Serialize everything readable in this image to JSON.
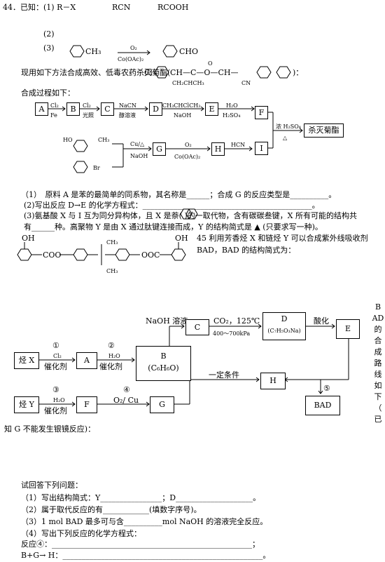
{
  "header": {
    "prefix": "44．已知：(1) R－X",
    "rcn": "RCN",
    "rcooh": "RCOOH",
    "item2": "(2)",
    "item3": "(3)",
    "o2": "O₂",
    "co_oac": "Co(OAc)₂",
    "ch3": "CH₃",
    "cho": "CHO"
  },
  "intro": {
    "line": "现用如下方法合成高效、低毒农药杀灭菊酯(",
    "cl": "Cl",
    "struct_main": "CH—C—O—CH—",
    "o_dbl": "O",
    "struct_sub": "CH₂CHCH₃",
    "cn": "CN",
    "close": ")："
  },
  "process": {
    "label": "合成过程如下：",
    "A": "A",
    "B": "B",
    "C": "C",
    "D": "D",
    "E": "E",
    "F": "F",
    "G": "G",
    "H": "H",
    "I": "I",
    "r1_top": "Cl₂",
    "r1_bot": "Fe",
    "r2_top": "Cl₂",
    "r2_bot": "光照",
    "r3_top": "NaCN",
    "r3_bot": "醇溶液",
    "r4_top": "CH₃CHClCH₃",
    "r4_bot": "NaOH",
    "r5_top": "H₂O",
    "r5_bot": "H₂SO₄",
    "r6_top": "浓 H₂SO₄",
    "r6_bot": "△",
    "product": "杀灭菊酯",
    "ho": "HO",
    "ch3": "CH₃",
    "br": "Br",
    "g_top": "Cu/△",
    "g_bot": "NaOH",
    "h_top": "O₂",
    "h_bot": "Co(OAc)₂",
    "i_top": "HCN"
  },
  "questions": {
    "q1": "（1）　原料 A 是苯的最简单的同系物，其名称是______；合成 G 的反应类型是__________。",
    "q2": "(2)写出反应 D→E 的化学方程式：____________________________________________。",
    "q3a": "(3)氨基酸 X 与 I 互为同分异构体，且 X 是萘(          )的一取代物，含有碳碳叁键，X 所有可能的结构共",
    "q3b": "有______种。高聚物 Y 是由 X 通过肽键连接而成，Y 的结构简式是        ▲        (只要求写一种)。"
  },
  "bad": {
    "oh": "OH",
    "coo": "COO",
    "ooc": "OOC",
    "ch3": "CH₃",
    "q45a": "45 利用芳香烃 X 和链烃 Y 可以合成紫外线吸收剂",
    "q45b": "BAD，BAD 的结构简式为："
  },
  "scheme2": {
    "naoh": "NaOH 溶液",
    "co2": "CO₂，125℃",
    "pressure": "400～700kPa",
    "acid": "酸化",
    "C": "C",
    "D": "D",
    "D_formula": "(C₇H₅O₃Na)",
    "E": "E",
    "X": "烃 X",
    "step1": "①",
    "cl2": "Cl₂",
    "cat1": "催化剂",
    "A": "A",
    "step2": "②",
    "h2o": "H₂O",
    "cat2": "催化剂",
    "B": "B",
    "B_formula": "(C₆H₆O)",
    "cond": "一定条件",
    "H": "H",
    "step5": "⑤",
    "BAD": "BAD",
    "Y": "烃 Y",
    "step3": "③",
    "h2o_y": "H₂O",
    "cat3": "催化剂",
    "F": "F",
    "step4": "④",
    "o2cu": "O₂/ Cu",
    "G": "G",
    "side": [
      "B",
      "AD",
      "的",
      "合",
      "成",
      "路",
      "线",
      "如",
      "下",
      "（",
      "已"
    ],
    "note": "知 G 不能发生银镜反应)："
  },
  "answers": {
    "intro": "试回答下列问题：",
    "a1": "（1）写出结构简式：Y________________；D____________________。",
    "a2": "（2）属于取代反应的有____________(填数字序号)。",
    "a3": "（3）1 mol BAD 最多可与含__________mol NaOH 的溶液完全反应。",
    "a4": "（4）写出下列反应的化学方程式：",
    "r4": "反应④：____________________________________________________；",
    "bg": "B+G→ H：____________________________________________________。"
  }
}
